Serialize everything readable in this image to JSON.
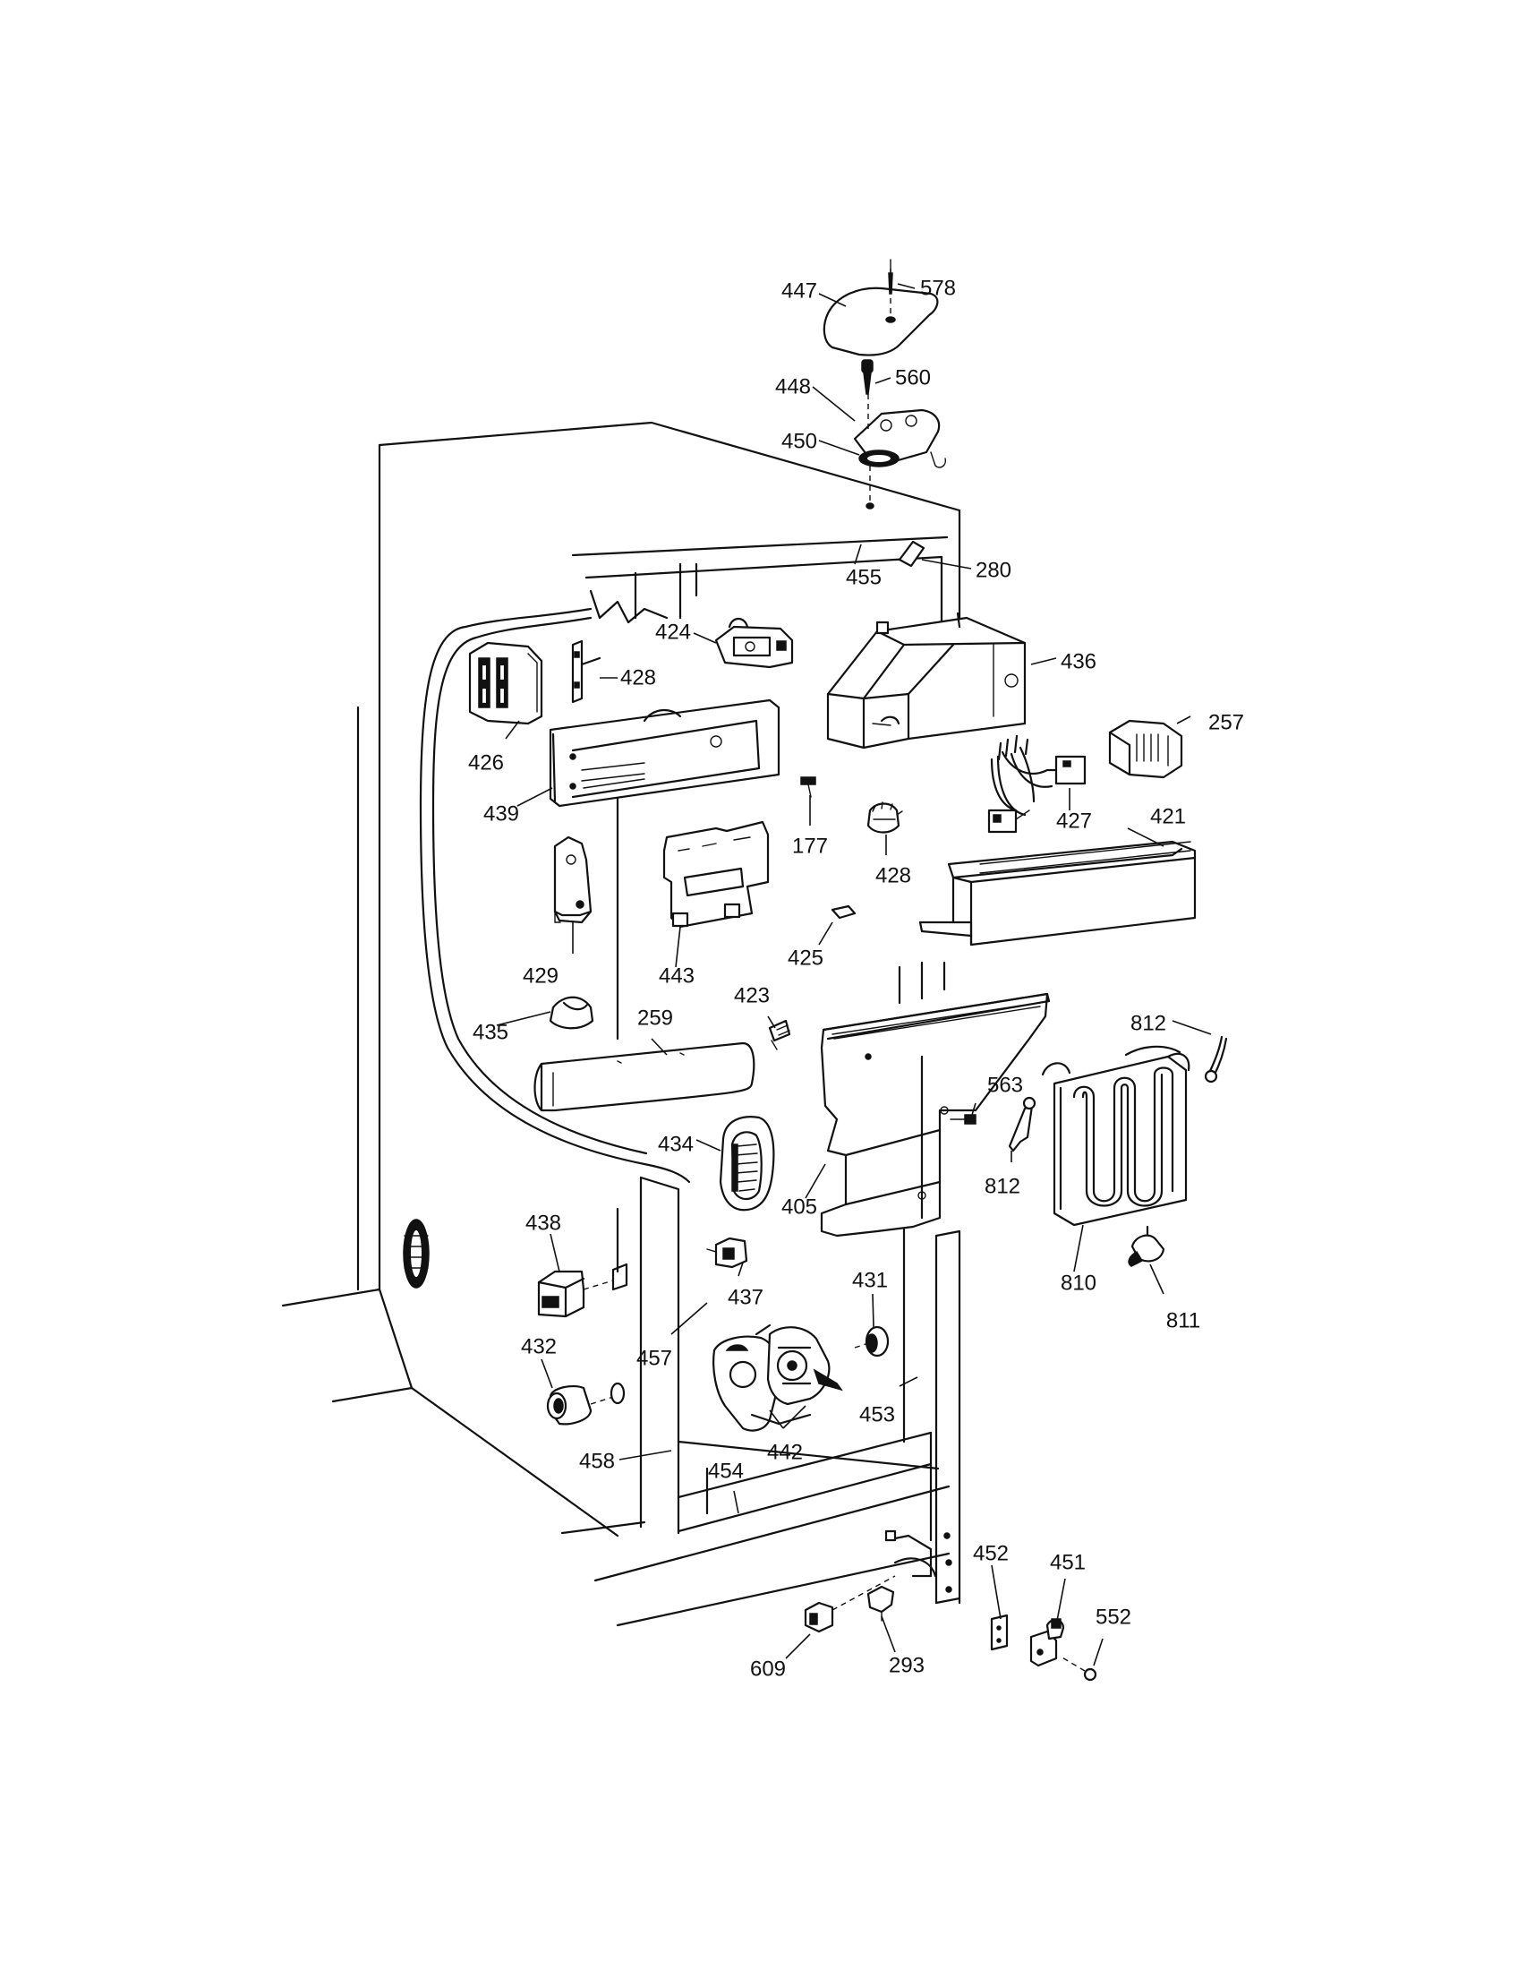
{
  "callouts": [
    {
      "id": "p578",
      "label": "578"
    },
    {
      "id": "p447",
      "label": "447"
    },
    {
      "id": "p560",
      "label": "560"
    },
    {
      "id": "p448",
      "label": "448"
    },
    {
      "id": "p450",
      "label": "450"
    },
    {
      "id": "p455",
      "label": "455"
    },
    {
      "id": "p280",
      "label": "280"
    },
    {
      "id": "p424",
      "label": "424"
    },
    {
      "id": "p428a",
      "label": "428"
    },
    {
      "id": "p436",
      "label": "436"
    },
    {
      "id": "p426",
      "label": "426"
    },
    {
      "id": "p439",
      "label": "439"
    },
    {
      "id": "p257",
      "label": "257"
    },
    {
      "id": "p177",
      "label": "177"
    },
    {
      "id": "p428b",
      "label": "428"
    },
    {
      "id": "p427",
      "label": "427"
    },
    {
      "id": "p421",
      "label": "421"
    },
    {
      "id": "p429",
      "label": "429"
    },
    {
      "id": "p443",
      "label": "443"
    },
    {
      "id": "p425",
      "label": "425"
    },
    {
      "id": "p423",
      "label": "423"
    },
    {
      "id": "p435",
      "label": "435"
    },
    {
      "id": "p259",
      "label": "259"
    },
    {
      "id": "p812a",
      "label": "812"
    },
    {
      "id": "p563",
      "label": "563"
    },
    {
      "id": "p812b",
      "label": "812"
    },
    {
      "id": "p434",
      "label": "434"
    },
    {
      "id": "p405",
      "label": "405"
    },
    {
      "id": "p438",
      "label": "438"
    },
    {
      "id": "p437",
      "label": "437"
    },
    {
      "id": "p810",
      "label": "810"
    },
    {
      "id": "p811",
      "label": "811"
    },
    {
      "id": "p431",
      "label": "431"
    },
    {
      "id": "p432",
      "label": "432"
    },
    {
      "id": "p457",
      "label": "457"
    },
    {
      "id": "p453",
      "label": "453"
    },
    {
      "id": "p442",
      "label": "442"
    },
    {
      "id": "p458",
      "label": "458"
    },
    {
      "id": "p454",
      "label": "454"
    },
    {
      "id": "p452",
      "label": "452"
    },
    {
      "id": "p451",
      "label": "451"
    },
    {
      "id": "p552",
      "label": "552"
    },
    {
      "id": "p609",
      "label": "609"
    },
    {
      "id": "p293",
      "label": "293"
    }
  ]
}
